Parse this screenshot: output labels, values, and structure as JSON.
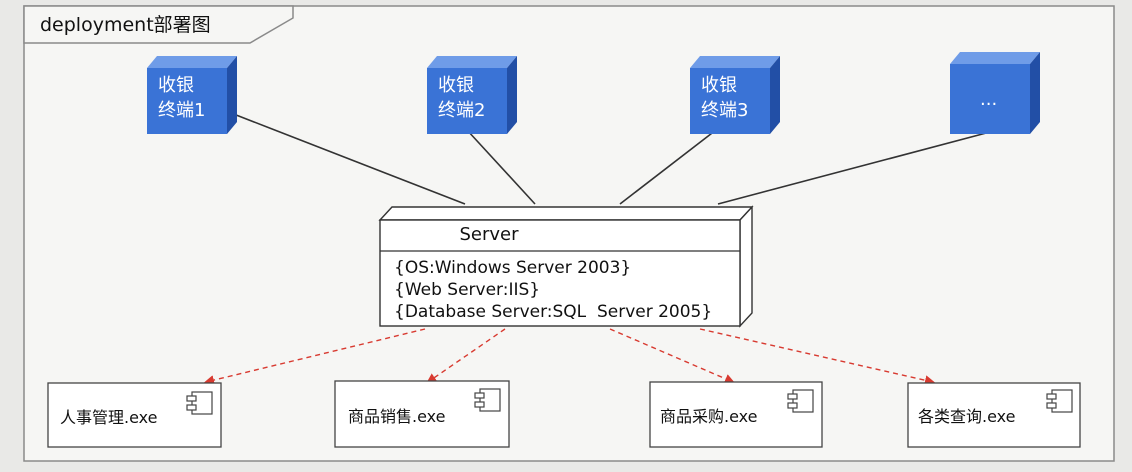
{
  "frame": {
    "title": "deployment部署图"
  },
  "terminals": [
    {
      "line1": "收银",
      "line2": "终端1"
    },
    {
      "line1": "收银",
      "line2": "终端2"
    },
    {
      "line1": "收银",
      "line2": "终端3"
    },
    {
      "line1": "...",
      "line2": ""
    }
  ],
  "server": {
    "name": "Server",
    "props": [
      "{OS:Windows Server 2003}",
      "{Web Server:IIS}",
      "{Database Server:SQL  Server 2005}"
    ]
  },
  "components": [
    {
      "label": "人事管理.exe"
    },
    {
      "label": "商品销售.exe"
    },
    {
      "label": "商品采购.exe"
    },
    {
      "label": "各类查询.exe"
    }
  ],
  "colors": {
    "node_front": "#3a73d6",
    "node_top": "#6f9ce8",
    "node_side": "#224fa6",
    "dependency": "#d83a30"
  }
}
